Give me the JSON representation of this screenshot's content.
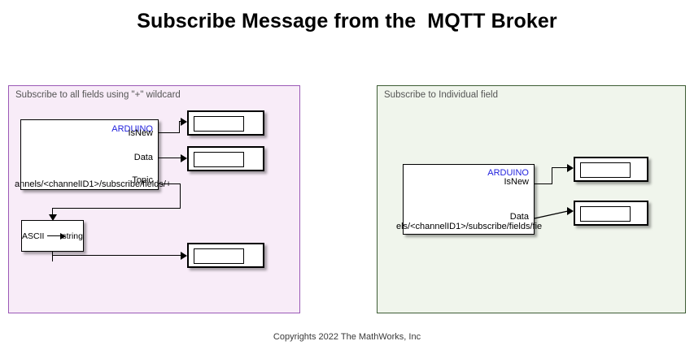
{
  "page": {
    "title": "Subscribe Message from the  MQTT Broker",
    "footer": "Copyrights 2022 The MathWorks, Inc"
  },
  "colors": {
    "left_panel_border": "#9b59b6",
    "left_panel_fill": "#f8ecf8",
    "right_panel_border": "#3d5c34",
    "right_panel_fill": "#f0f5ec",
    "brand_text": "#2222dd",
    "wire": "#000000",
    "block_fill": "#ffffff"
  },
  "left_panel": {
    "label": "Subscribe to all fields using \"+\" wildcard",
    "subscribe_block": {
      "brand": "ARDUINO",
      "ports": [
        {
          "name": "IsNew"
        },
        {
          "name": "Data"
        },
        {
          "name": "Topic"
        }
      ],
      "topic_text": "annels/<channelID1>/subscribe/fields/+"
    },
    "ascii_block": {
      "left_label": "ASCII",
      "arrow_icon": "right-arrow-icon",
      "right_label": "string"
    },
    "displays": [
      {
        "name": "display-isnew",
        "value": ""
      },
      {
        "name": "display-data",
        "value": ""
      },
      {
        "name": "display-topic-string",
        "value": ""
      }
    ]
  },
  "right_panel": {
    "label": "Subscribe to Individual field",
    "subscribe_block": {
      "brand": "ARDUINO",
      "ports": [
        {
          "name": "IsNew"
        },
        {
          "name": "Data"
        }
      ],
      "topic_text": "els/<channelID1>/subscribe/fields/fie"
    },
    "displays": [
      {
        "name": "display-isnew",
        "value": ""
      },
      {
        "name": "display-data",
        "value": ""
      }
    ]
  }
}
